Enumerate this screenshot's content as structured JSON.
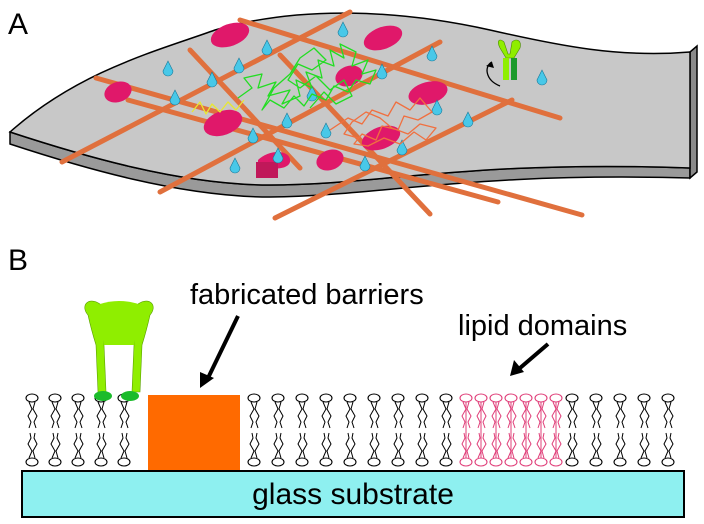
{
  "panel_a": {
    "label": "A"
  },
  "panel_b": {
    "label": "B",
    "barrier_label": "fabricated barriers",
    "domain_label": "lipid domains",
    "substrate_label": "glass substrate"
  },
  "colors": {
    "membrane": "#c8c8c8",
    "actin": "#e0703d",
    "protein_blob": "#e0186a",
    "anchor": "#48c8e8",
    "receptor": "#8fee00",
    "receptor_dark": "#1b9a2b",
    "barrier": "#ff6a00",
    "substrate": "#8ef0f0",
    "domain_lipid": "#e0407a",
    "trajectory_green": "#22dd22",
    "trajectory_orange": "#f07040",
    "trajectory_yellow": "#e8e830"
  }
}
